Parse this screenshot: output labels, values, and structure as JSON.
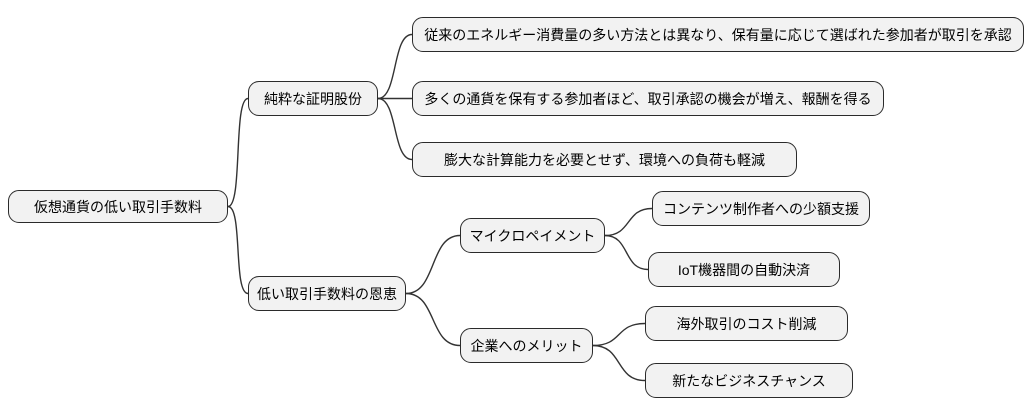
{
  "diagram_type": "mindmap",
  "mindmap": {
    "root": {
      "label": "仮想通貨の低い取引手数料",
      "children": [
        {
          "label": "純粋な証明股份",
          "children": [
            {
              "label": "従来のエネルギー消費量の多い方法とは異なり、保有量に応じて選ばれた参加者が取引を承認"
            },
            {
              "label": "多くの通貨を保有する参加者ほど、取引承認の機会が増え、報酬を得る"
            },
            {
              "label": "膨大な計算能力を必要とせず、環境への負荷も軽減"
            }
          ]
        },
        {
          "label": "低い取引手数料の恩恵",
          "children": [
            {
              "label": "マイクロペイメント",
              "children": [
                {
                  "label": "コンテンツ制作者への少額支援"
                },
                {
                  "label": "IoT機器間の自動決済"
                }
              ]
            },
            {
              "label": "企業へのメリット",
              "children": [
                {
                  "label": "海外取引のコスト削減"
                },
                {
                  "label": "新たなビジネスチャンス"
                }
              ]
            }
          ]
        }
      ]
    }
  },
  "colors": {
    "background": "#ffffff",
    "node_fill": "#f2f2f2",
    "node_border": "#2b2b2b",
    "connector": "#333333",
    "text": "#000000"
  }
}
